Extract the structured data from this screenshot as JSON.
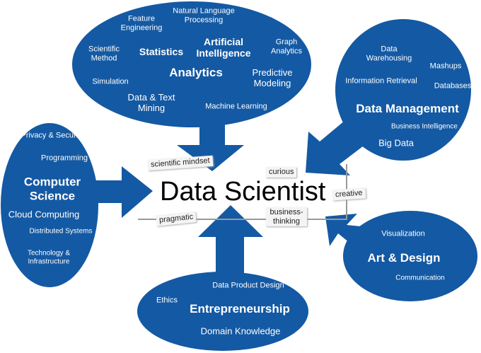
{
  "title": "Data Scientist",
  "colors": {
    "bubble": "#1459a3",
    "text": "#ffffff"
  },
  "traits": [
    "scientific mindset",
    "curious",
    "creative",
    "pragmatic",
    "business-thinking"
  ],
  "analytics": {
    "heading": "Analytics",
    "items": [
      "Feature Engineering",
      "Natural Language Processing",
      "Scientific Method",
      "Statistics",
      "Artificial Intelligence",
      "Graph Analytics",
      "Simulation",
      "Predictive Modeling",
      "Data & Text Mining",
      "Machine Learning"
    ]
  },
  "data_management": {
    "heading": "Data Management",
    "items": [
      "Data Warehousing",
      "Mashups",
      "Information Retrieval",
      "Databases",
      "Business Intelligence",
      "Big Data"
    ]
  },
  "computer_science": {
    "heading": "Computer Science",
    "items": [
      "Privacy & Security",
      "Programming",
      "Cloud Computing",
      "Distributed Systems",
      "Technology & Infrastructure"
    ]
  },
  "art_design": {
    "heading": "Art & Design",
    "items": [
      "Visualization",
      "Communication"
    ]
  },
  "entrepreneurship": {
    "heading": "Entrepreneurship",
    "items": [
      "Data Product Design",
      "Ethics",
      "Domain Knowledge"
    ]
  }
}
